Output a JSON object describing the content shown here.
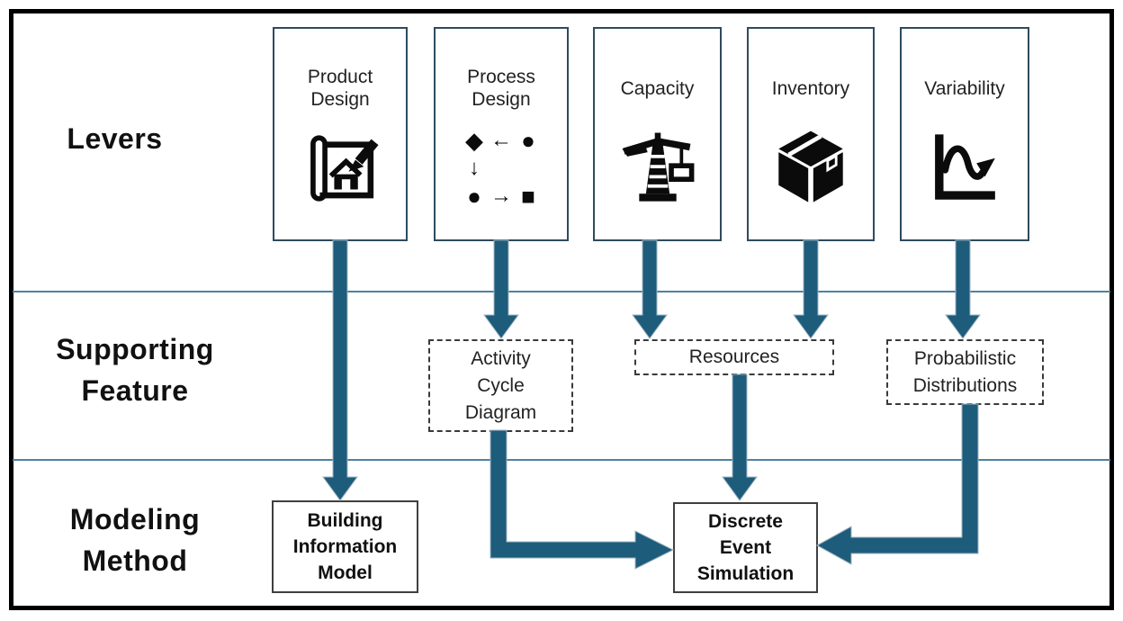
{
  "rows": [
    {
      "label": "Levers"
    },
    {
      "label": "Supporting\nFeature"
    },
    {
      "label": "Modeling\nMethod"
    }
  ],
  "levers": [
    {
      "label": "Product\nDesign",
      "icon": "blueprint-house-pencil-icon"
    },
    {
      "label": "Process\nDesign",
      "icon": "flowchart-icon",
      "glyphs": {
        "diamond": "◆",
        "arrow_left": "←",
        "circle_top": "●",
        "arrow_down": "↓",
        "circle_bottom": "●",
        "arrow_right": "→",
        "square": "■"
      }
    },
    {
      "label": "Capacity",
      "icon": "tower-crane-icon"
    },
    {
      "label": "Inventory",
      "icon": "package-box-icon"
    },
    {
      "label": "Variability",
      "icon": "variability-curve-icon"
    }
  ],
  "supporting_features": [
    {
      "label": "Activity\nCycle\nDiagram"
    },
    {
      "label": "Resources"
    },
    {
      "label": "Probabilistic\nDistributions"
    }
  ],
  "modeling_methods": [
    {
      "label": "Building\nInformation\nModel"
    },
    {
      "label": "Discrete\nEvent\nSimulation"
    }
  ],
  "colors": {
    "arrow": "#1e5c7c",
    "separator_line": "#4e81a4",
    "lever_box_border": "#2e4b5e",
    "method_box_border": "#3f3f3f",
    "outer_border": "#000000"
  }
}
